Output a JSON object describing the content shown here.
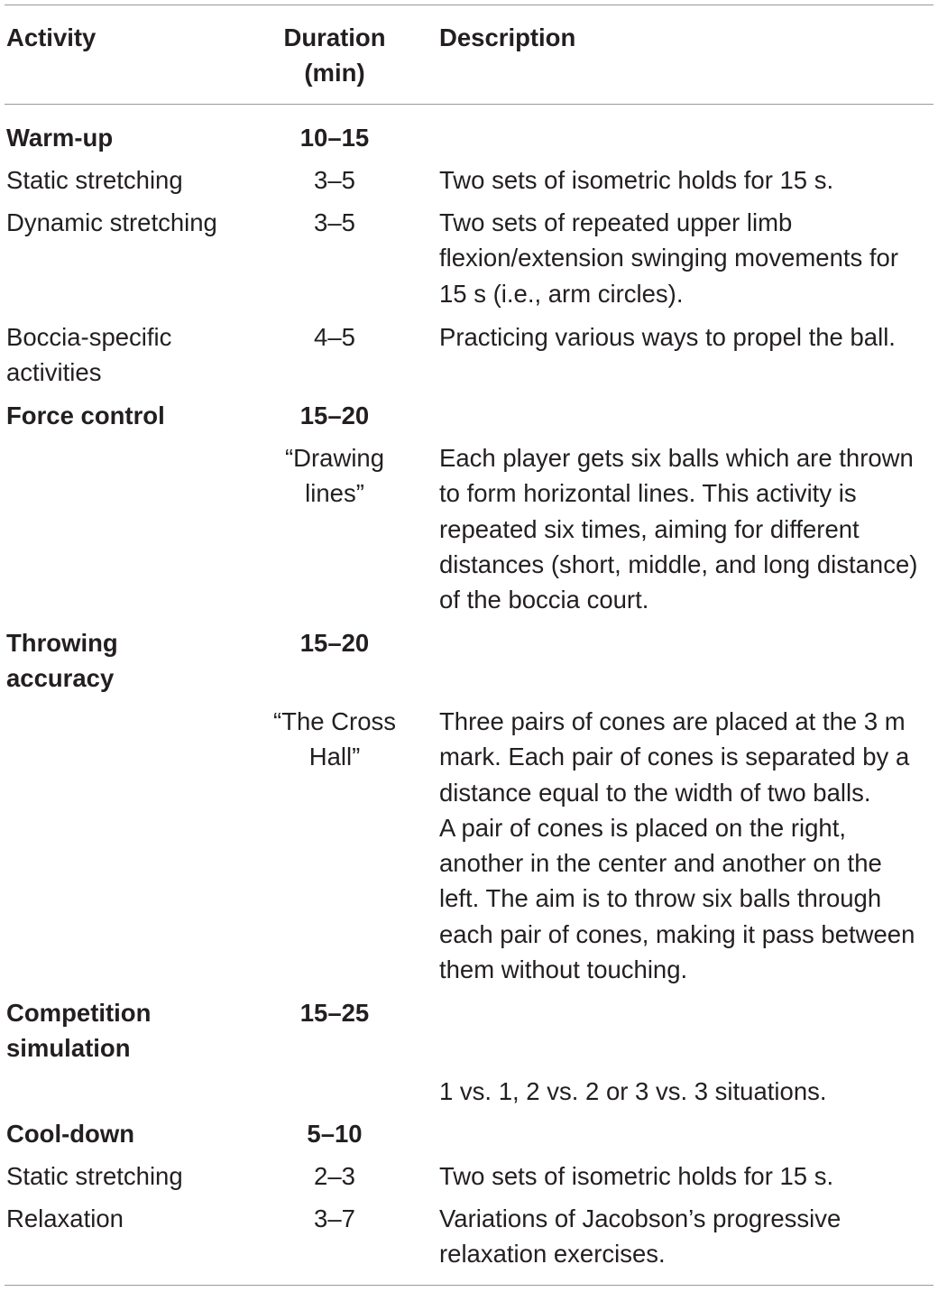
{
  "headers": {
    "activity": "Activity",
    "duration_line1": "Duration",
    "duration_line2": "(min)",
    "description": "Description"
  },
  "rows": [
    {
      "activity": [
        "Warm-up"
      ],
      "duration": [
        "10–15"
      ],
      "description": [],
      "bold": true
    },
    {
      "activity": [
        "Static stretching"
      ],
      "duration": [
        "3–5"
      ],
      "description": [
        "Two sets of isometric holds for 15 s."
      ],
      "bold": false
    },
    {
      "activity": [
        "Dynamic stretching"
      ],
      "duration": [
        "3–5"
      ],
      "description": [
        "Two sets of repeated upper limb",
        "flexion/extension swinging movements for",
        "15 s (i.e., arm circles)."
      ],
      "bold": false
    },
    {
      "activity": [
        "Boccia-specific",
        "activities"
      ],
      "duration": [
        "4–5"
      ],
      "description": [
        "Practicing various ways to propel the ball."
      ],
      "bold": false
    },
    {
      "activity": [
        "Force control"
      ],
      "duration": [
        "15–20"
      ],
      "description": [],
      "bold": true
    },
    {
      "activity": [],
      "duration": [
        "“Drawing",
        "lines”"
      ],
      "description": [
        "Each player gets six balls which are thrown",
        "to form horizontal lines. This activity is",
        "repeated six times, aiming for different",
        "distances (short, middle, and long distance)",
        "of the boccia court."
      ],
      "bold": false
    },
    {
      "activity": [
        "Throwing",
        "accuracy"
      ],
      "duration": [
        "15–20"
      ],
      "description": [],
      "bold": true
    },
    {
      "activity": [],
      "duration": [
        "“The Cross",
        "Hall”"
      ],
      "description": [
        "Three pairs of cones are placed at the 3 m",
        "mark. Each pair of cones is separated by a",
        "distance equal to the width of two balls.",
        "A pair of cones is placed on the right,",
        "another in the center and another on the",
        "left. The aim is to throw six balls through",
        "each pair of cones, making it pass between",
        "them without touching."
      ],
      "bold": false
    },
    {
      "activity": [
        "Competition",
        "simulation"
      ],
      "duration": [
        "15–25"
      ],
      "description": [],
      "bold": true
    },
    {
      "activity": [],
      "duration": [],
      "description": [
        "1 vs. 1, 2 vs. 2 or 3 vs. 3 situations."
      ],
      "bold": false
    },
    {
      "activity": [
        "Cool-down"
      ],
      "duration": [
        "5–10"
      ],
      "description": [],
      "bold": true
    },
    {
      "activity": [
        "Static stretching"
      ],
      "duration": [
        "2–3"
      ],
      "description": [
        "Two sets of isometric holds for 15 s."
      ],
      "bold": false
    },
    {
      "activity": [
        "Relaxation"
      ],
      "duration": [
        "3–7"
      ],
      "description": [
        "Variations of Jacobson’s progressive",
        "relaxation exercises."
      ],
      "bold": false
    }
  ]
}
